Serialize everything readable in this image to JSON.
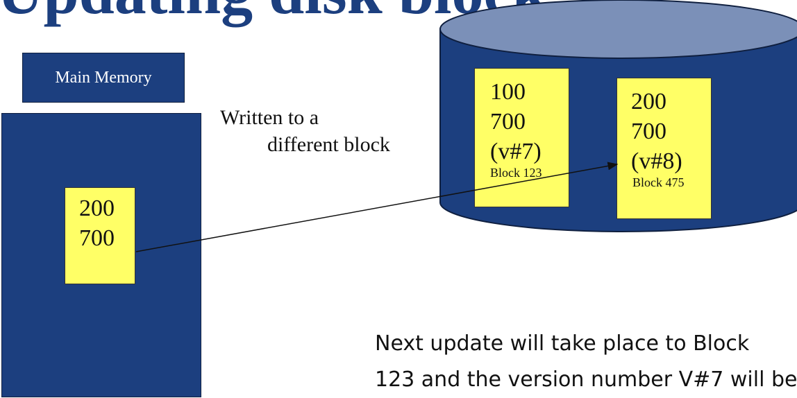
{
  "title": "Updating disk block",
  "main_memory": {
    "label": "Main Memory",
    "block": {
      "line1": "200",
      "line2": "700"
    }
  },
  "caption": {
    "line1": "Written to a",
    "line2": "different block"
  },
  "disk": {
    "blocks": [
      {
        "line1": "100",
        "line2": "700",
        "version": "(v#7)",
        "name": "Block 123"
      },
      {
        "line1": "200",
        "line2": "700",
        "version": "(v#8)",
        "name": "Block 475"
      }
    ]
  },
  "note": {
    "line1": "Next update will take place to Block",
    "line2": "123 and the version number V#7 will be"
  },
  "colors": {
    "navy": "#1c3f7f",
    "disk_top": "#7b90b8",
    "block_fill": "#ffff66"
  }
}
